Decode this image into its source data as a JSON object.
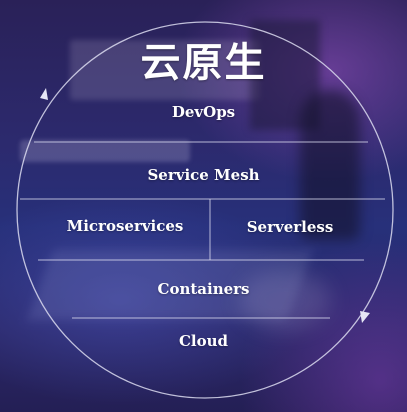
{
  "title": "云原生",
  "layers": {
    "devops": "DevOps",
    "service_mesh": "Service Mesh",
    "microservices": "Microservices",
    "serverless": "Serverless",
    "containers": "Containers",
    "cloud": "Cloud"
  },
  "colors": {
    "text": "#ffffff",
    "lines": "#dcdcf0",
    "background": "#2a2660"
  }
}
